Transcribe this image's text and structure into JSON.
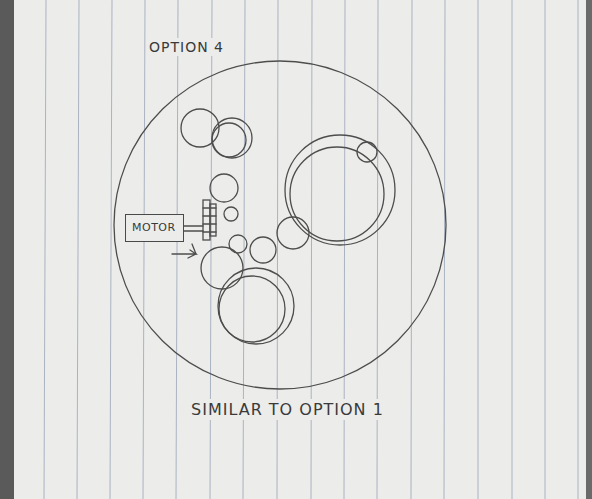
{
  "diagram": {
    "title": "OPTION 4",
    "caption": "SIMILAR TO OPTION 1",
    "nodes": [
      {
        "text": [
          "MOTOR"
        ]
      }
    ]
  }
}
